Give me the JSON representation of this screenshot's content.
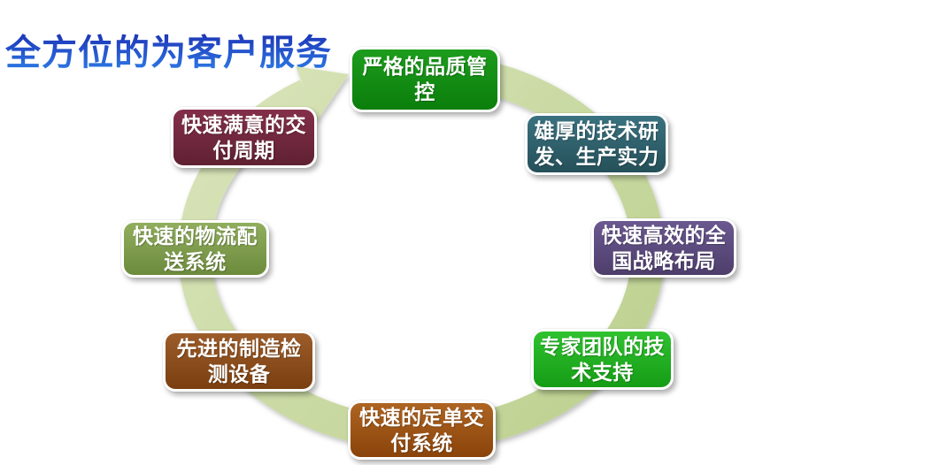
{
  "title": {
    "text": "全方位的为客户服务",
    "color_top": "#1b2db2",
    "color_bottom": "#2e7ce6"
  },
  "cycle": {
    "ring_color": "#c9d9a2",
    "direction": "clockwise",
    "boxes": [
      {
        "id": "quality-control",
        "position": "top",
        "color": "#0f8a10",
        "label": "严格的品质管控",
        "line1": "严格的品质管",
        "line2": "控"
      },
      {
        "id": "tech-strength",
        "position": "upper-right",
        "color": "#2e5f6b",
        "label": "雄厚的技术研发、生产实力",
        "line1": "雄厚的技术研",
        "line2": "发、生产实力"
      },
      {
        "id": "national-layout",
        "position": "right",
        "color": "#5d4b80",
        "label": "快速高效的全国战略布局",
        "line1": "快速高效的全",
        "line2": "国战略布局"
      },
      {
        "id": "expert-support",
        "position": "lower-right",
        "color": "#1ead1e",
        "label": "专家团队的技术支持",
        "line1": "专家团队的技",
        "line2": "术支持"
      },
      {
        "id": "order-delivery",
        "position": "bottom",
        "color": "#9f5414",
        "label": "快速的定单交付系统",
        "line1": "快速的定单交",
        "line2": "付系统"
      },
      {
        "id": "manufacturing-equipment",
        "position": "lower-left",
        "color": "#8f4e1d",
        "label": "先进的制造检测设备",
        "line1": "先进的制造检",
        "line2": "测设备"
      },
      {
        "id": "logistics",
        "position": "left",
        "color": "#809e4e",
        "label": "快速的物流配送系统",
        "line1": "快速的物流配",
        "line2": "送系统"
      },
      {
        "id": "delivery-cycle",
        "position": "upper-left",
        "color": "#75293f",
        "label": "快速满意的交付周期",
        "line1": "快速满意的交",
        "line2": "付周期"
      }
    ]
  }
}
